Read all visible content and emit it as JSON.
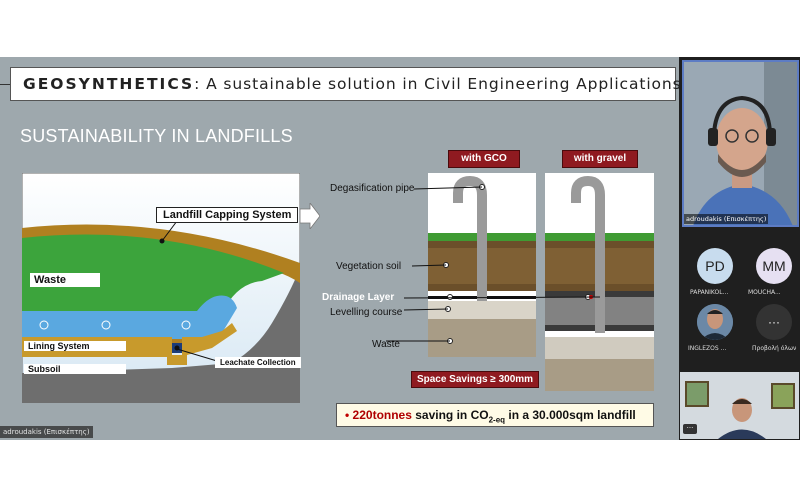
{
  "slide": {
    "title_bold": "GEOSYNTHETICS",
    "title_rest": ": A sustainable solution in Civil Engineering Applications",
    "subtitle": "SUSTAINABILITY IN LANDFILLS",
    "left_diagram": {
      "capping_label": "Landfill Capping System",
      "waste_label": "Waste",
      "lining_label": "Lining System",
      "subsoil_label": "Subsoil",
      "leachate_label": "Leachate Collection"
    },
    "right_diagram": {
      "tag_gco": "with GCO",
      "tag_gravel": "with gravel",
      "layers": {
        "degas": "Degasification pipe",
        "vegetation": "Vegetation soil",
        "drainage": "Drainage Layer",
        "levelling": "Levelling course",
        "waste": "Waste"
      },
      "savings": "Space Savings ≥ 300mm"
    },
    "footer": {
      "bullet": "•",
      "amount": "220tonnes",
      "text1": " saving in CO",
      "sub": "2-eq",
      "text2": " in a 30.000sqm landfill"
    },
    "presenter_tag": "adroudakis (Επισκέπτης)"
  },
  "participants": {
    "main_video_name": "adroudakis (Επισκέπτης)",
    "tiles": [
      {
        "initials": "PD",
        "name": "PAPANIKOL..."
      },
      {
        "initials": "MM",
        "name": "MOUCHA..."
      },
      {
        "initials": "",
        "name": "INGLEZOS ..."
      },
      {
        "initials": "···",
        "name": "Προβολή όλων"
      }
    ],
    "more_label": "···"
  },
  "colors": {
    "slide_bg": "#9ea8ad",
    "accent_red": "#8f1a20",
    "active_border": "#5d7cc4",
    "panel_bg": "#1f1f1f"
  }
}
